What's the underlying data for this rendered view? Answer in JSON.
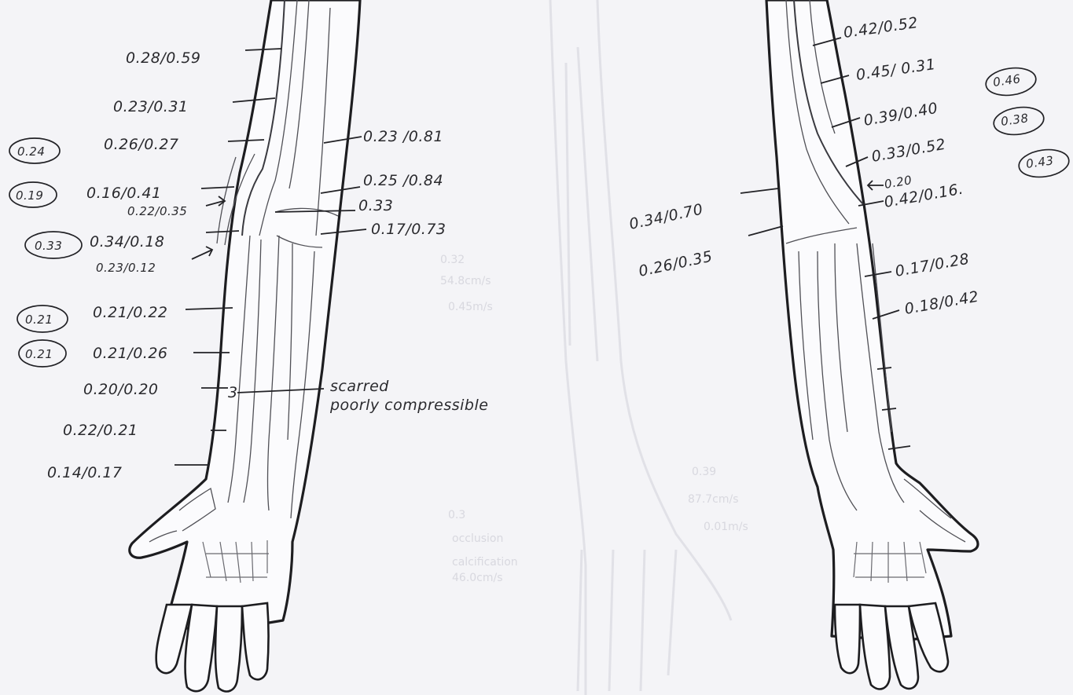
{
  "left_arm": {
    "labels": [
      {
        "text": "0.28/0.59"
      },
      {
        "text": "0.23/0.31"
      },
      {
        "text": "0.26/0.27"
      },
      {
        "text": "0.16/0.41"
      },
      {
        "text": "0.22/0.35"
      },
      {
        "text": "0.34/0.18"
      },
      {
        "text": "0.23/0.12"
      },
      {
        "text": "0.21/0.22"
      },
      {
        "text": "0.21/0.26"
      },
      {
        "text": "0.20/0.20"
      },
      {
        "text": "0.22/0.21"
      },
      {
        "text": "0.14/0.17"
      },
      {
        "text": "0.23 /0.81"
      },
      {
        "text": "0.25 /0.84"
      },
      {
        "text": "0.33"
      },
      {
        "text": "0.17/0.73"
      }
    ],
    "circled": [
      "0.24",
      "0.19",
      "0.33",
      "0.21",
      "0.21"
    ],
    "note_line1": "scarred",
    "note_line2": "poorly compressible"
  },
  "right_arm": {
    "labels": [
      {
        "text": "0.42/0.52"
      },
      {
        "text": "0.45/ 0.31"
      },
      {
        "text": "0.39/0.40"
      },
      {
        "text": "0.33/0.52"
      },
      {
        "text": "0.20"
      },
      {
        "text": "0.42/0.16."
      },
      {
        "text": "0.34/0.70"
      },
      {
        "text": "0.26/0.35"
      },
      {
        "text": "0.17/0.28"
      },
      {
        "text": "0.18/0.42"
      }
    ],
    "circled": [
      "0.46",
      "0.38",
      "0.43"
    ]
  }
}
